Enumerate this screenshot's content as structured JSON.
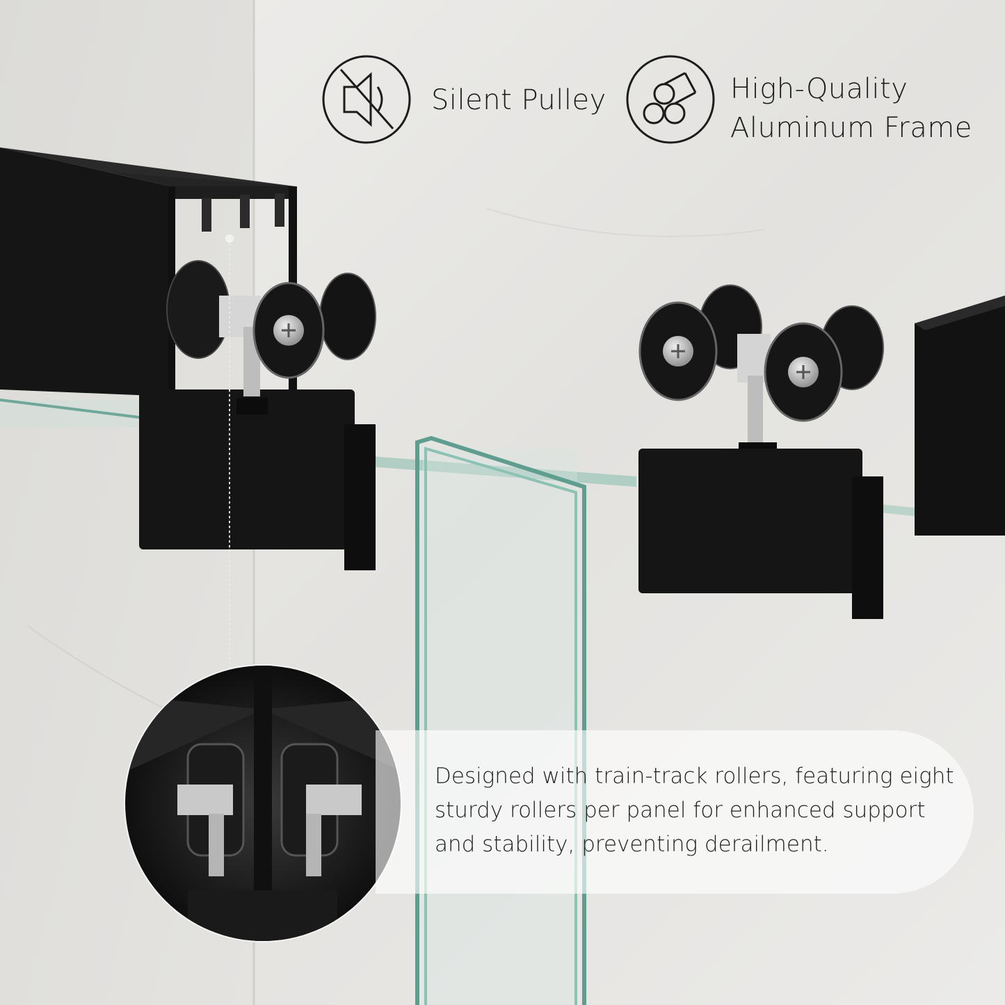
{
  "features": [
    {
      "icon": "mute-speaker-icon",
      "label": "Silent Pulley"
    },
    {
      "icon": "aluminum-bars-icon",
      "label_line1": "High-Quality",
      "label_line2": "Aluminum Frame"
    }
  ],
  "description": "Designed with train-track rollers, featuring eight sturdy rollers per panel for enhanced support and stability, preventing derailment.",
  "colors": {
    "hardware": "#141414",
    "glass_edge": "#5f9e8e",
    "wall": "#e6e5e3",
    "text": "#1c1c1c"
  }
}
